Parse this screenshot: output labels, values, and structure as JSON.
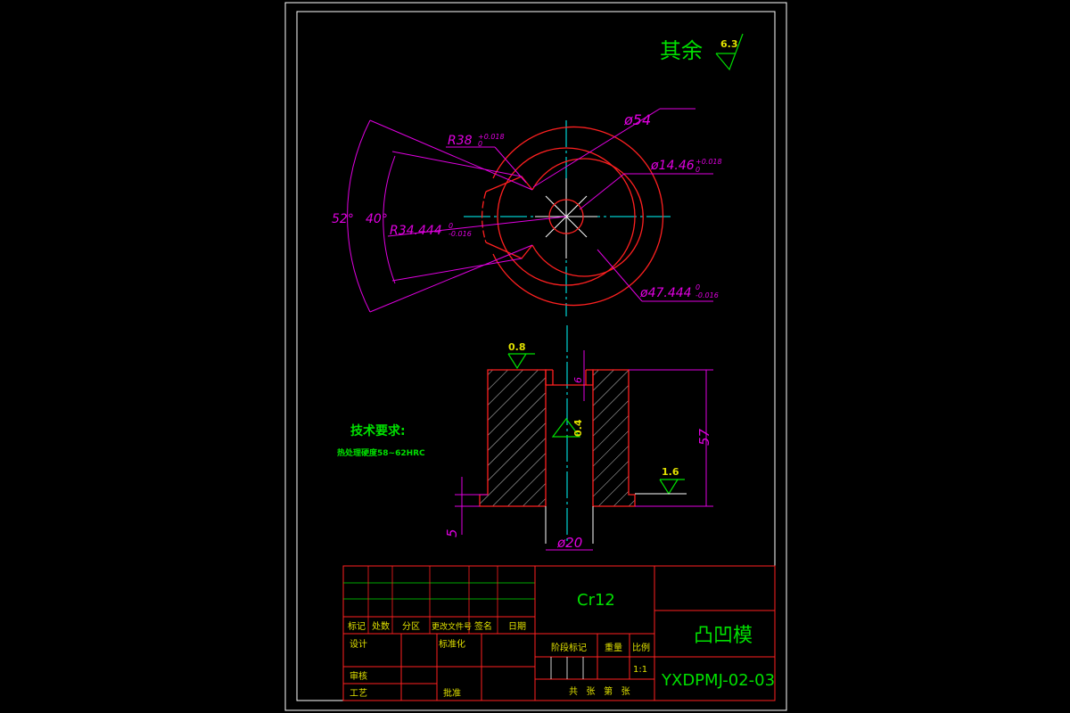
{
  "drawing": {
    "surface_note": {
      "label": "其余",
      "value": "6.3"
    },
    "top_view": {
      "dims": {
        "d54": "ø54",
        "d14": "ø14.46",
        "d14_tol_upper": "+0.018",
        "d14_tol_lower": "0",
        "d47": "ø47.444",
        "d47_tol_upper": "0",
        "d47_tol_lower": "-0.016",
        "r38": "R38",
        "r38_tol_upper": "+0.018",
        "r38_tol_lower": "0",
        "r34": "R34.444",
        "r34_tol_upper": "0",
        "r34_tol_lower": "-0.016",
        "a52": "52°",
        "a40": "40°"
      }
    },
    "section_view": {
      "roughness_top": "0.8",
      "roughness_bore": "0.4",
      "roughness_step": "1.6",
      "dim_height": "57",
      "dim_step": "5",
      "dim_bore": "ø20",
      "dim_small": "6"
    },
    "tech_req": {
      "title": "技术要求:",
      "text": "热处理硬度58~62HRC"
    },
    "title_block": {
      "material": "Cr12",
      "part_name": "凸凹模",
      "drawing_no": "YXDPMJ-02-03",
      "scale": "1:1",
      "headers": [
        "标记",
        "处数",
        "分区",
        "更改文件号",
        "签名",
        "日期"
      ],
      "design": "设计",
      "standardize": "标准化",
      "review": "审核",
      "process": "工艺",
      "approve": "批准",
      "stage_mark": "阶段标记",
      "weight": "重量",
      "scale_label": "比例",
      "sheets": "共   张   第   张"
    }
  }
}
